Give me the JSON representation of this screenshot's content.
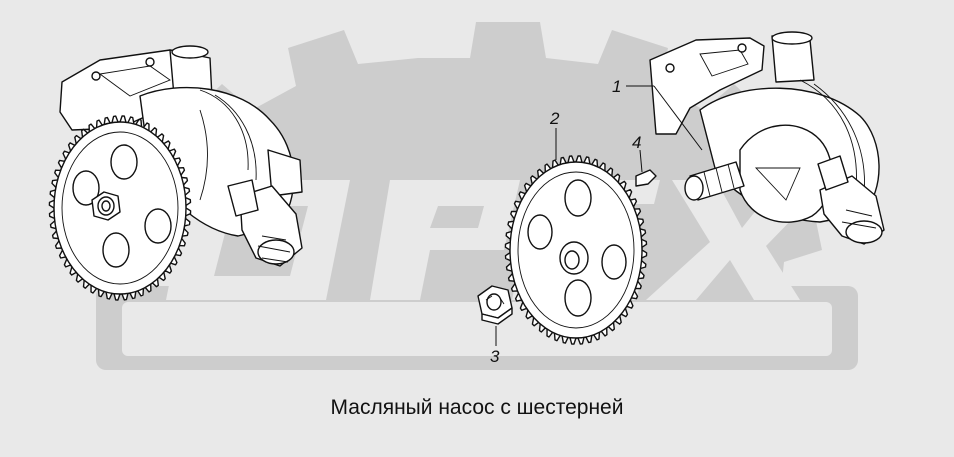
{
  "caption": "Масляный насос с шестерней",
  "watermark": {
    "text": "OPEX"
  },
  "callouts": [
    {
      "number": "1",
      "part": "oil-pump-housing"
    },
    {
      "number": "2",
      "part": "pump-gear"
    },
    {
      "number": "3",
      "part": "gear-nut"
    },
    {
      "number": "4",
      "part": "key"
    }
  ],
  "colors": {
    "background": "#e9e9e9",
    "watermark": "#c8c8c8",
    "ink": "#111111"
  }
}
